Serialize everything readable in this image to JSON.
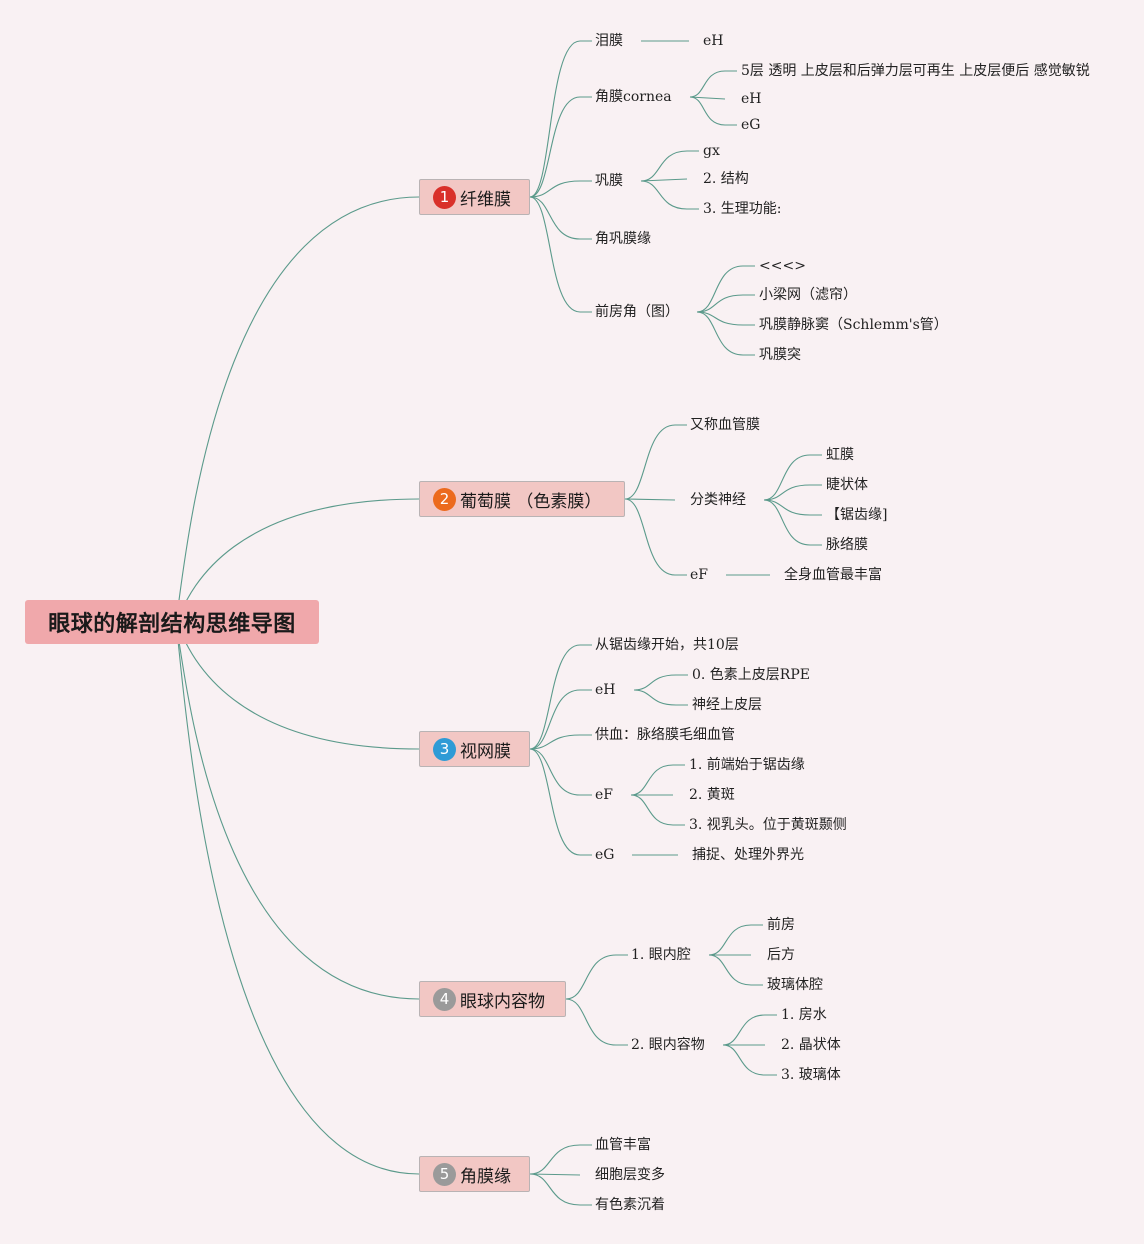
{
  "root": "眼球的解剖结构思维导图",
  "colors": {
    "line": "#5b9a8b",
    "root_bg": "#f0a8ab",
    "branch_bg": "#f2c7c4",
    "badge_1": "#d9302a",
    "badge_2": "#ec6a1d",
    "badge_3": "#2e9bd6",
    "badge_4": "#9a9a9a",
    "badge_5": "#9a9a9a"
  },
  "branches": [
    {
      "num": "1",
      "label": "纤维膜",
      "items": [
        {
          "label": "泪膜",
          "children": [
            "eH"
          ]
        },
        {
          "label": "角膜cornea",
          "children": [
            "5层 透明 上皮层和后弹力层可再生 上皮层便后 感觉敏锐",
            "eH",
            "eG"
          ]
        },
        {
          "label": "巩膜",
          "children": [
            "gx",
            "2. 结构",
            "3. 生理功能:"
          ]
        },
        {
          "label": "角巩膜缘",
          "children": []
        },
        {
          "label": "前房角（图）",
          "children": [
            "<<<>",
            "小梁网（滤帘）",
            "巩膜静脉窦（Schlemm's管）",
            "巩膜突"
          ]
        }
      ]
    },
    {
      "num": "2",
      "label": "葡萄膜 （色素膜）",
      "items": [
        {
          "label": "又称血管膜",
          "children": []
        },
        {
          "label": "分类神经",
          "children": [
            "虹膜",
            "睫状体",
            "【锯齿缘]",
            "脉络膜"
          ]
        },
        {
          "label": "eF",
          "children": [
            "全身血管最丰富"
          ]
        }
      ]
    },
    {
      "num": "3",
      "label": "视网膜",
      "items": [
        {
          "label": "从锯齿缘开始，共10层",
          "children": []
        },
        {
          "label": "eH",
          "children": [
            "0. 色素上皮层RPE",
            "神经上皮层"
          ]
        },
        {
          "label": "供血：脉络膜毛细血管",
          "children": []
        },
        {
          "label": "eF",
          "children": [
            "1. 前端始于锯齿缘",
            "2. 黄斑",
            "3. 视乳头。位于黄斑颞侧"
          ]
        },
        {
          "label": "eG",
          "children": [
            "捕捉、处理外界光"
          ]
        }
      ]
    },
    {
      "num": "4",
      "label": "眼球内容物",
      "items": [
        {
          "label": "1. 眼内腔",
          "children": [
            "前房",
            "后方",
            "玻璃体腔"
          ]
        },
        {
          "label": "2. 眼内容物",
          "children": [
            "1. 房水",
            "2. 晶状体",
            "3. 玻璃体"
          ]
        }
      ]
    },
    {
      "num": "5",
      "label": "角膜缘",
      "items": [
        {
          "label": "血管丰富",
          "children": []
        },
        {
          "label": "细胞层变多",
          "children": []
        },
        {
          "label": "有色素沉着",
          "children": []
        }
      ]
    }
  ]
}
